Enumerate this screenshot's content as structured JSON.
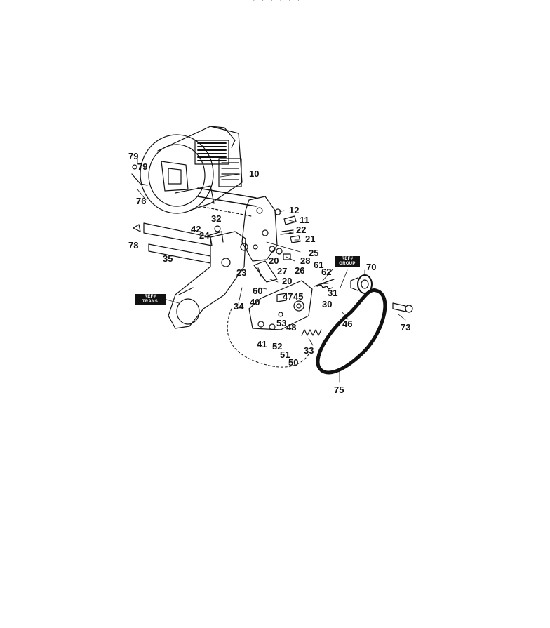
{
  "header_fragment": "· · · · · ·",
  "callouts": [
    {
      "id": "79a",
      "text": "79"
    },
    {
      "id": "79b",
      "text": "79"
    },
    {
      "id": "10",
      "text": "10"
    },
    {
      "id": "76",
      "text": "76"
    },
    {
      "id": "12",
      "text": "12"
    },
    {
      "id": "11",
      "text": "11"
    },
    {
      "id": "32",
      "text": "32"
    },
    {
      "id": "22",
      "text": "22"
    },
    {
      "id": "78",
      "text": "78"
    },
    {
      "id": "42",
      "text": "42"
    },
    {
      "id": "24",
      "text": "24"
    },
    {
      "id": "21",
      "text": "21"
    },
    {
      "id": "25",
      "text": "25"
    },
    {
      "id": "35",
      "text": "35"
    },
    {
      "id": "20a",
      "text": "20"
    },
    {
      "id": "28",
      "text": "28"
    },
    {
      "id": "61",
      "text": "61"
    },
    {
      "id": "70",
      "text": "70"
    },
    {
      "id": "23",
      "text": "23"
    },
    {
      "id": "27",
      "text": "27"
    },
    {
      "id": "26",
      "text": "26"
    },
    {
      "id": "62",
      "text": "62"
    },
    {
      "id": "20b",
      "text": "20"
    },
    {
      "id": "60",
      "text": "60"
    },
    {
      "id": "31",
      "text": "31"
    },
    {
      "id": "47",
      "text": "47"
    },
    {
      "id": "45",
      "text": "45"
    },
    {
      "id": "40",
      "text": "40"
    },
    {
      "id": "30",
      "text": "30"
    },
    {
      "id": "34",
      "text": "34"
    },
    {
      "id": "46",
      "text": "46"
    },
    {
      "id": "73",
      "text": "73"
    },
    {
      "id": "53",
      "text": "53"
    },
    {
      "id": "48",
      "text": "48"
    },
    {
      "id": "41",
      "text": "41"
    },
    {
      "id": "52",
      "text": "52"
    },
    {
      "id": "33",
      "text": "33"
    },
    {
      "id": "51",
      "text": "51"
    },
    {
      "id": "50",
      "text": "50"
    },
    {
      "id": "75",
      "text": "75"
    }
  ],
  "ref_boxes": [
    {
      "id": "left",
      "lines": [
        "REF#",
        "TRANS"
      ]
    },
    {
      "id": "right",
      "lines": [
        "REF#",
        "GROUP"
      ]
    }
  ],
  "colors": {
    "ink": "#111111",
    "paper": "#ffffff"
  }
}
